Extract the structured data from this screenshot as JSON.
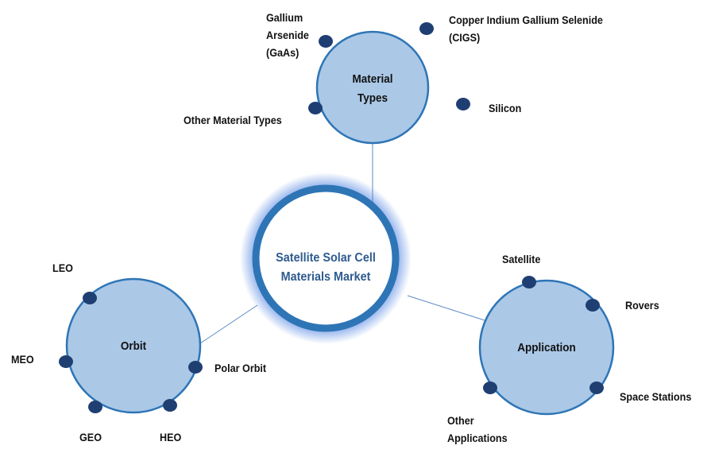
{
  "center": {
    "line1": "Satellite Solar Cell",
    "line2": "Materials  Market"
  },
  "material": {
    "line1": "Material",
    "line2": "Types",
    "items": [
      "Gallium",
      "Arsenide",
      "(GaAs)",
      "Copper Indium Gallium Selenide",
      "(CIGS)",
      "Silicon",
      "Other  Material Types"
    ]
  },
  "orbit": {
    "title": "Orbit",
    "items": [
      "LEO",
      "MEO",
      "GEO",
      "HEO",
      "Polar Orbit"
    ]
  },
  "application": {
    "title": "Application",
    "items": [
      "Satellite",
      "Rovers",
      "Space Stations",
      "Other",
      "Applications"
    ]
  },
  "colors": {
    "node_fill": "#abc8e7",
    "node_stroke": "#2e75b6",
    "dot": "#1f3f73",
    "center_text": "#2f5b8e"
  }
}
